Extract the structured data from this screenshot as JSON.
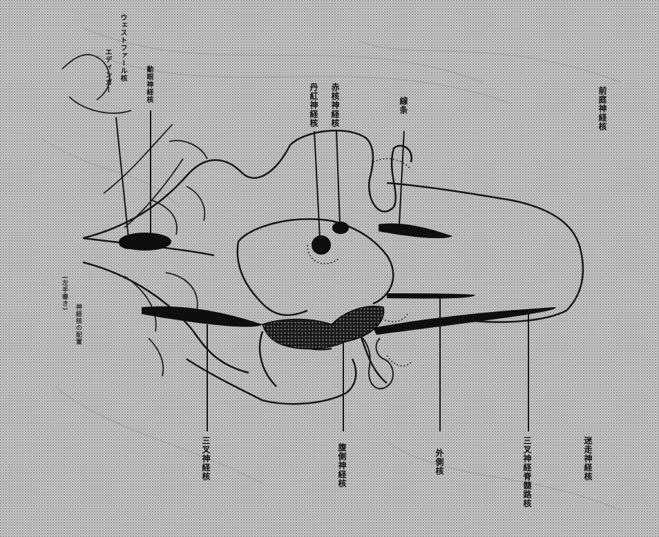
{
  "diagram": {
    "top_labels": {
      "thalamus_nucleus": "丹紅神経核",
      "red_nucleus": "赤核神経核",
      "stria": "線条",
      "edinger_westphal_right": "エディンガー",
      "edinger_westphal_left": "ウェストファール核",
      "oculomotor_nucleus": "動眼神経核",
      "vestibular_nucleus": "前庭神経核"
    },
    "bottom_labels": {
      "trigeminal_nucleus": "三叉神経核",
      "ventral_nucleus": "腹側神経核",
      "trigeminal_spinal_nucleus": "三叉神経脊髄路核",
      "vagus_nucleus": "迷走神経核",
      "lateral_nucleus": "外側核"
    },
    "side_labels": {
      "left_note": "(左手書き)",
      "left_note_2": "神経核の配置"
    },
    "colors": {
      "paper": "#b7b7b7",
      "ink": "#111111",
      "stipple": "#4a4a4a"
    }
  }
}
